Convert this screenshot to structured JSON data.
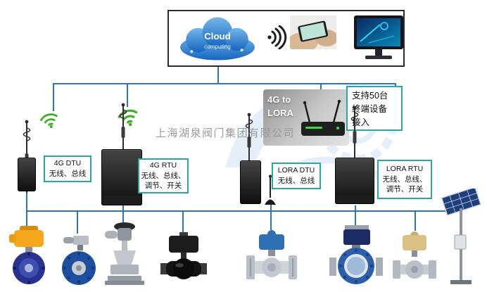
{
  "watermark_company": "上海湖泉阀门集团有限公司",
  "cloud": {
    "line1": "Cloud",
    "line2": "computing"
  },
  "gateway_label": {
    "line1": "4G to",
    "line2": "LORA"
  },
  "callout": {
    "line1": "支持50台",
    "line2": "终端设备",
    "line3": "接入"
  },
  "device_labels": {
    "dtu4g": {
      "title": "4G DTU",
      "desc1": "无线、总线"
    },
    "rtu4g": {
      "title": "4G RTU",
      "desc1": "无线、总线、",
      "desc2": "调节、开关"
    },
    "lora_dtu": {
      "title": "LORA DTU",
      "desc1": "无线、总线"
    },
    "lora_rtu": {
      "title": "LORA RTU",
      "desc1": "无线、总线、",
      "desc2": "调节、开关"
    }
  },
  "icons": {
    "cloud": "cloud-icon",
    "wifi": "wifi-signal-icon",
    "antenna": "antenna-icon",
    "solar": "solar-station-image"
  },
  "colors": {
    "connector_blue": "#2e75b6",
    "label_border_teal": "#2aa79e",
    "wifi_green": "#3fae2a",
    "cloud_blue": "#2f86d6",
    "actuator_yellow": "#f2a41c",
    "valve_blue": "#1e4f9e"
  }
}
